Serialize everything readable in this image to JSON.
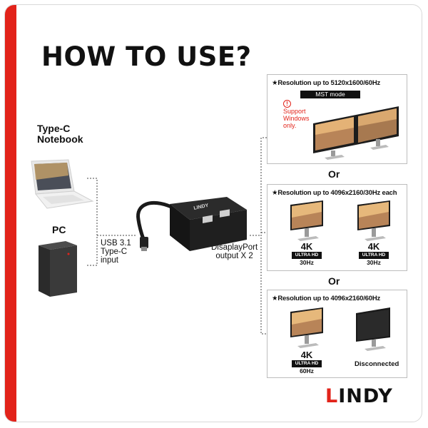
{
  "title": "HOW TO USE?",
  "source": {
    "notebook_label": "Type-C\nNotebook",
    "pc_label": "PC",
    "input_label": "USB 3.1\nType-C\ninput",
    "output_label": "DisaplayPort\noutput X 2"
  },
  "adapter": {
    "brand_text": "LINDY"
  },
  "panels": [
    {
      "title": "★Resolution up to 5120x1600/60Hz",
      "mode_label": "MST mode",
      "warning_glyph": "!",
      "warning": "Support\nWindows\nonly."
    },
    {
      "title": "★Resolution up to 4096x2160/30Hz each",
      "monitors": [
        {
          "res": "4K",
          "badge": "ULTRA HD",
          "hz": "30Hz"
        },
        {
          "res": "4K",
          "badge": "ULTRA HD",
          "hz": "30Hz"
        }
      ]
    },
    {
      "title": "★Resolution up to 4096x2160/60Hz",
      "monitor": {
        "res": "4K",
        "badge": "ULTRA HD",
        "hz": "60Hz"
      },
      "disconnected_label": "Disconnected"
    }
  ],
  "separators": {
    "or_1": "Or",
    "or_2": "Or"
  },
  "logo": {
    "first": "L",
    "rest": "INDY"
  },
  "colors": {
    "accent": "#e2231a",
    "dark": "#111111",
    "panel_border": "#bdbdbd"
  }
}
